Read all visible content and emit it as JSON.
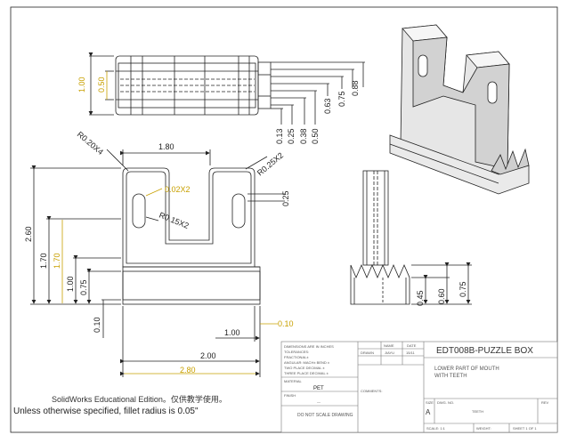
{
  "colors": {
    "line": "#222222",
    "highlight": "#c8a000",
    "tableline": "#777777"
  },
  "dims": {
    "top_view": {
      "d100": "1.00",
      "d050": "0.50",
      "d013": "0.13",
      "d025": "0.25",
      "d038": "0.38",
      "d050b": "0.50",
      "d063": "0.63",
      "d075": "0.75",
      "d088": "0.88"
    },
    "front_view": {
      "r020": "R0.20X4",
      "w180": "1.80",
      "r025": "R0.25X2",
      "d002": "0.02X2",
      "r015": "R0.15X2",
      "d025": "0.25",
      "h260": "2.60",
      "h170": "1.70",
      "h170b": "1.70",
      "h100": "1.00",
      "h075": "0.75",
      "h010": "0.10",
      "w010": "0.10",
      "w100": "1.00",
      "w200": "2.00",
      "w280": "2.80"
    },
    "side_view": {
      "d045": "0.45",
      "d060": "0.60",
      "d075": "0.75"
    }
  },
  "title_block": {
    "dims_note": "DIMENSIONS ARE IN INCHES",
    "tol": "TOLERANCES:",
    "frac": "FRACTIONAL±",
    "ang": "ANGULAR: MACH±   BEND ±",
    "two": "TWO PLACE DECIMAL   ±",
    "three": "THREE PLACE DECIMAL  ±",
    "name_h": "NAME",
    "date_h": "DATE",
    "drawn": "DRAWN",
    "drawn_name": "JIAYU",
    "drawn_date": "15/11",
    "material_lbl": "MATERIAL",
    "material": "PET",
    "finish_lbl": "FINISH",
    "finish": "—",
    "comments": "COMMENTS:",
    "no_scale": "DO NOT SCALE DRAWING",
    "title": "EDT008B-PUZZLE BOX",
    "subtitle1": "LOWER PART OF MOUTH",
    "subtitle2": "WITH TEETH",
    "size_lbl": "SIZE",
    "size": "A",
    "dwg_lbl": "DWG.  NO.",
    "dwg_no": "TEETH",
    "rev_lbl": "REV",
    "scale": "SCALE: 1:1",
    "weight": "WEIGHT:",
    "sheet": "SHEET 1 OF 1"
  },
  "notes": {
    "edu": "SolidWorks Educational Edition。仅供教学使用。",
    "fillet": "Unless otherwise specified, fillet radius is 0.05\""
  }
}
